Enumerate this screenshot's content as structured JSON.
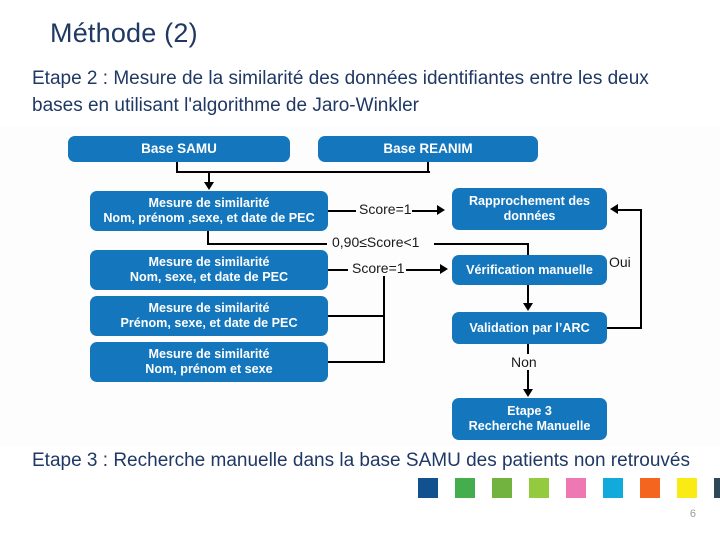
{
  "slide": {
    "title": "Méthode (2)",
    "intro": "Etape 2 : Mesure de la similarité des données identifiantes entre les deux bases en utilisant l'algorithme de Jaro-Winkler",
    "outro": "Etape 3 : Recherche manuelle dans la base SAMU des patients non retrouvés",
    "page_number": "6",
    "title_color": "#203864",
    "body_color": "#203864",
    "box_color": "#1476bd",
    "box_text_color": "#ffffff",
    "connector_color": "#000000"
  },
  "diagram": {
    "boxes": {
      "base_samu": "Base SAMU",
      "base_reanim": "Base REANIM",
      "sim1_line1": "Mesure de similarité",
      "sim1_line2": "Nom, prénom ,sexe, et date de PEC",
      "sim2_line1": "Mesure de similarité",
      "sim2_line2": "Nom, sexe, et date de PEC",
      "sim3_line1": "Mesure de similarité",
      "sim3_line2": "Prénom, sexe, et date de PEC",
      "sim4_line1": "Mesure de similarité",
      "sim4_line2": "Nom, prénom et sexe",
      "rapprochement_line1": "Rapprochement des",
      "rapprochement_line2": "données",
      "verification": "Vérification manuelle",
      "validation": "Validation par l’ARC",
      "etape3_line1": "Etape 3",
      "etape3_line2": "Recherche Manuelle"
    },
    "edge_labels": {
      "score_eq_1_top": "Score=1",
      "score_range": "0,90≤Score<1",
      "score_eq_1_mid": "Score=1",
      "oui": "Oui",
      "non": "Non"
    }
  },
  "swatches": [
    {
      "name": "swatch-dark-blue",
      "color": "#12518f"
    },
    {
      "name": "swatch-green",
      "color": "#44ad4c"
    },
    {
      "name": "swatch-olive-green",
      "color": "#72b340"
    },
    {
      "name": "swatch-lime-green",
      "color": "#94ca3d"
    },
    {
      "name": "swatch-pink",
      "color": "#ed78b2"
    },
    {
      "name": "swatch-cyan",
      "color": "#12aadb"
    },
    {
      "name": "swatch-orange",
      "color": "#f4661f"
    },
    {
      "name": "swatch-yellow",
      "color": "#fbeb15"
    },
    {
      "name": "swatch-slate",
      "color": "#2f4858"
    }
  ]
}
